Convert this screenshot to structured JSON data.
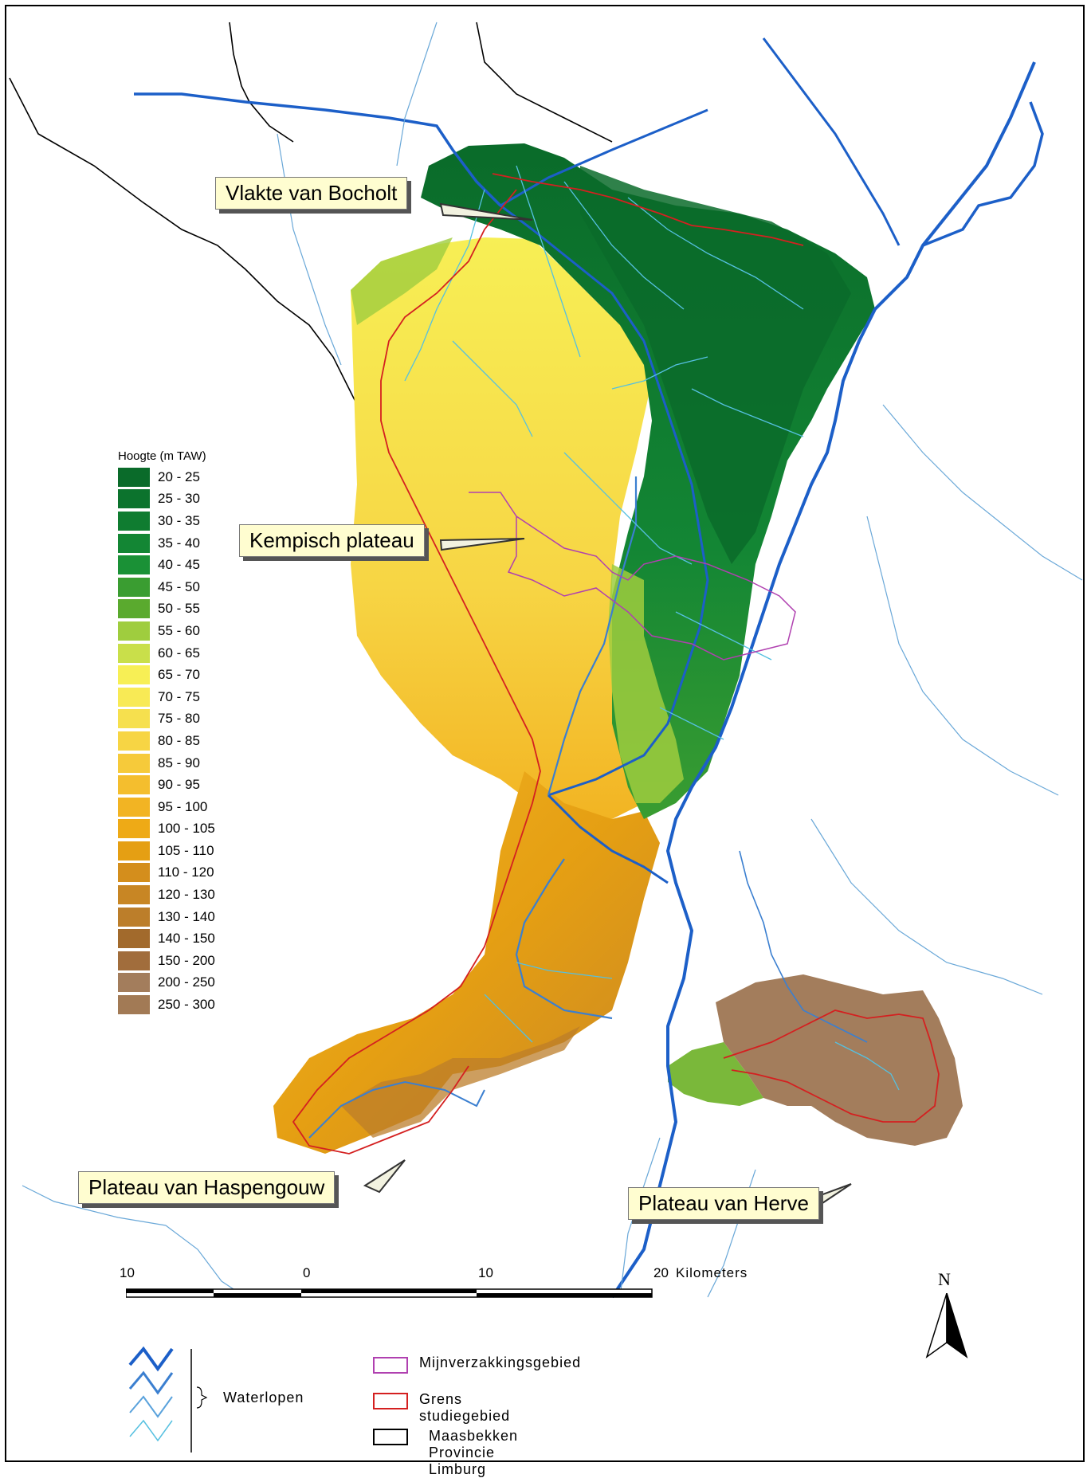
{
  "callouts": {
    "bocholt": "Vlakte van Bocholt",
    "kempisch": "Kempisch plateau",
    "haspengouw": "Plateau van Haspengouw",
    "herve": "Plateau van Herve"
  },
  "elevation_legend": {
    "title": "Hoogte (m TAW)",
    "classes": [
      {
        "label": "20 - 25",
        "color": "#0a6b2a"
      },
      {
        "label": "25 - 30",
        "color": "#0c732d"
      },
      {
        "label": "30 - 35",
        "color": "#0f7c30"
      },
      {
        "label": "35 - 40",
        "color": "#138634"
      },
      {
        "label": "40 - 45",
        "color": "#1a9136"
      },
      {
        "label": "45 - 50",
        "color": "#3a9d31"
      },
      {
        "label": "50 - 55",
        "color": "#5aaa2e"
      },
      {
        "label": "55 - 60",
        "color": "#9fcd3e"
      },
      {
        "label": "60 - 65",
        "color": "#c9df4a"
      },
      {
        "label": "65 - 70",
        "color": "#f7ef55"
      },
      {
        "label": "70 - 75",
        "color": "#f8ea55"
      },
      {
        "label": "75 - 80",
        "color": "#f6e04e"
      },
      {
        "label": "80 - 85",
        "color": "#f7d544"
      },
      {
        "label": "85 - 90",
        "color": "#f6ca3a"
      },
      {
        "label": "90 - 95",
        "color": "#f4be2e"
      },
      {
        "label": "95 - 100",
        "color": "#f2b423"
      },
      {
        "label": "100 - 105",
        "color": "#eeaa16"
      },
      {
        "label": "105 - 110",
        "color": "#e59f13"
      },
      {
        "label": "110 - 120",
        "color": "#d48e1c"
      },
      {
        "label": "120 - 130",
        "color": "#c88624"
      },
      {
        "label": "130 - 140",
        "color": "#bc7e2a"
      },
      {
        "label": "140 - 150",
        "color": "#a26a2c"
      },
      {
        "label": "150 - 200",
        "color": "#a16d3c"
      },
      {
        "label": "200 - 250",
        "color": "#a37d5c"
      },
      {
        "label": "250 - 300",
        "color": "#a27a55"
      }
    ]
  },
  "scale_bar": {
    "ticks": [
      "10",
      "0",
      "10",
      "20"
    ],
    "unit": "Kilometers"
  },
  "north_arrow": {
    "label": "N"
  },
  "legend": {
    "waterlopen": "Waterlopen",
    "mijnverzakking": "Mijnverzakkingsgebied",
    "grens": "Grens studiegebied",
    "maasbekken": "Maasbekken Provincie Limburg"
  },
  "colors": {
    "river_main": "#1c5fc8",
    "river_medium": "#3b7fd0",
    "river_minor": "#5aa2dc",
    "river_small": "#55c0e0",
    "boundary_study": "#d42020",
    "boundary_mining": "#b040b0",
    "boundary_basin": "#000000"
  }
}
